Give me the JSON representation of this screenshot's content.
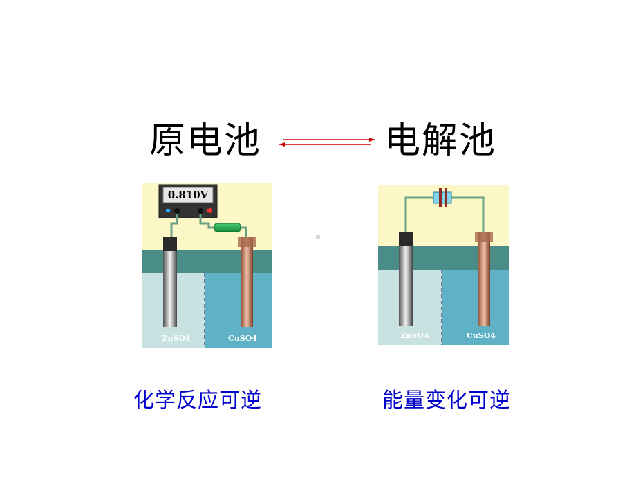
{
  "titles": {
    "left": "原电池",
    "right": "电解池"
  },
  "arrow": {
    "color": "#cc0000"
  },
  "captions": {
    "left": "化学反应可逆",
    "right": "能量变化可逆"
  },
  "galvanic_cell": {
    "voltmeter_reading": "0.810V",
    "minus_sign": "-",
    "plus_sign": "+",
    "solution_left": "ZnSO4",
    "solution_right": "CuSO4"
  },
  "electrolytic_cell": {
    "solution_left": "ZnSO4",
    "solution_right": "CuSO4"
  },
  "colors": {
    "wall_bg": "#fbf7c6",
    "tank_top": "#4a8c88",
    "solution_left": "#c7e2e0",
    "solution_right": "#5fb2c6",
    "label_text": "#ffffff",
    "wire": "#6aa287",
    "caption_blue": "#0000cc"
  }
}
